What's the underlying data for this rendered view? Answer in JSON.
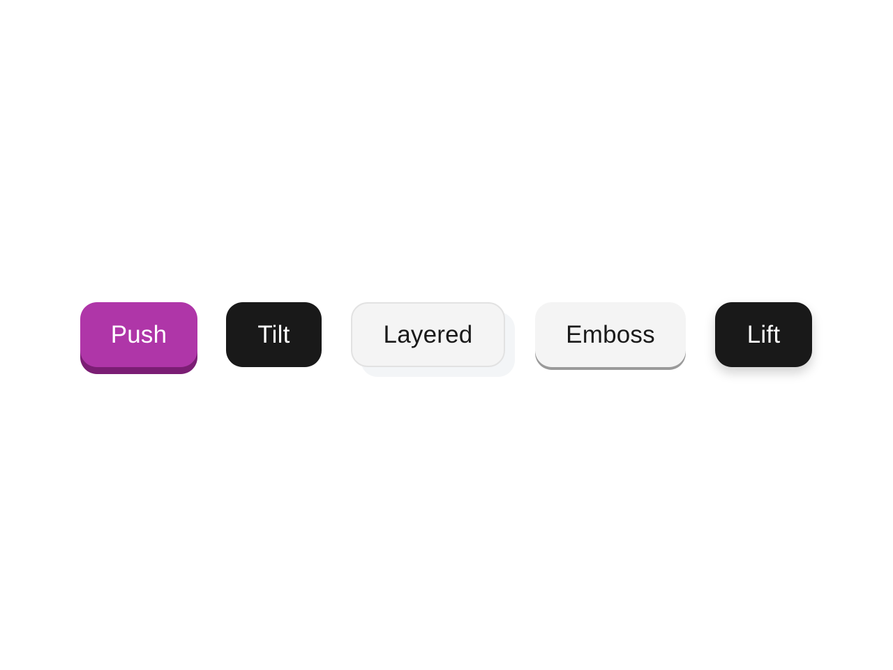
{
  "buttons": {
    "push": {
      "label": "Push"
    },
    "tilt": {
      "label": "Tilt"
    },
    "layered": {
      "label": "Layered"
    },
    "emboss": {
      "label": "Emboss"
    },
    "lift": {
      "label": "Lift"
    }
  },
  "colors": {
    "push_face": "#af36a8",
    "push_edge": "#7b1e74",
    "dark_face": "#191919",
    "light_face": "#f4f4f4",
    "light_border": "#e2e2e2",
    "emboss_edge": "#9a9a9a",
    "background": "#ffffff"
  }
}
